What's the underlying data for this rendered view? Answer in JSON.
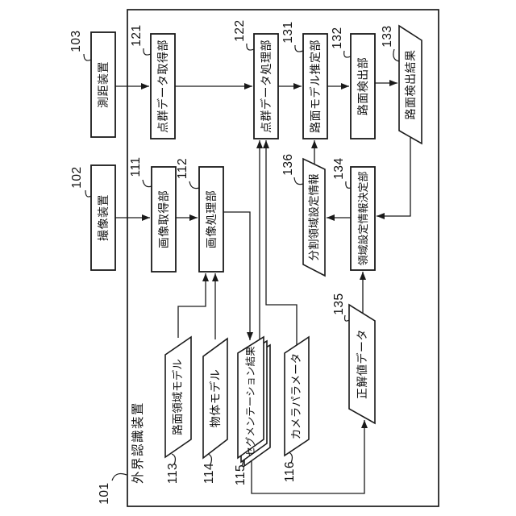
{
  "figure": {
    "device_ref": "101",
    "device_label": "外界認識装置"
  },
  "nodes": {
    "n102": {
      "ref": "102",
      "label": "撮像装置"
    },
    "n103": {
      "ref": "103",
      "label": "測距装置"
    },
    "n111": {
      "ref": "111",
      "label": "画像取得部"
    },
    "n112": {
      "ref": "112",
      "label": "画像処理部"
    },
    "n113": {
      "ref": "113",
      "label": "路面領域モデル"
    },
    "n114": {
      "ref": "114",
      "label": "物体モデル"
    },
    "n115": {
      "ref": "115",
      "label": "セグメンテーション結果"
    },
    "n116": {
      "ref": "116",
      "label": "カメラパラメータ"
    },
    "n121": {
      "ref": "121",
      "label": "点群データ取得部"
    },
    "n122": {
      "ref": "122",
      "label": "点群データ処理部"
    },
    "n131": {
      "ref": "131",
      "label": "路面モデル推定部"
    },
    "n132": {
      "ref": "132",
      "label": "路面検出部"
    },
    "n133": {
      "ref": "133",
      "label": "路面検出結果"
    },
    "n134": {
      "ref": "134",
      "label": "領域設定情報決定部"
    },
    "n135": {
      "ref": "135",
      "label": "正解値データ"
    },
    "n136": {
      "ref": "136",
      "label": "分割領域設定情報"
    }
  },
  "line_color": "#1a1a1a"
}
